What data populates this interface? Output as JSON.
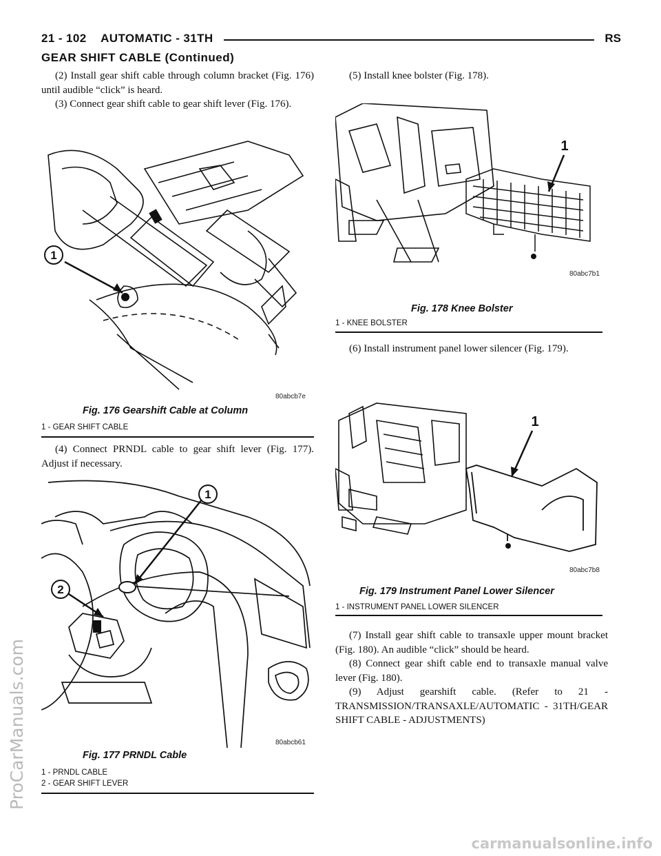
{
  "header": {
    "page_ref": "21 - 102",
    "section": "AUTOMATIC - 31TH",
    "model": "RS"
  },
  "section_title": "GEAR SHIFT CABLE (Continued)",
  "left_column": {
    "steps_top": [
      "(2) Install gear shift cable through column bracket (Fig. 176) until audible “click” is heard.",
      "(3) Connect gear shift cable to gear shift lever (Fig. 176)."
    ],
    "steps_mid": [
      "(4) Connect PRNDL cable to gear shift lever (Fig. 177). Adjust if necessary."
    ]
  },
  "right_column": {
    "steps_top": [
      "(5) Install knee bolster (Fig. 178)."
    ],
    "steps_mid": [
      "(6) Install instrument panel lower silencer (Fig. 179)."
    ],
    "steps_bottom": [
      "(7) Install gear shift cable to transaxle upper mount bracket (Fig. 180). An audible “click” should be heard.",
      "(8) Connect gear shift cable end to transaxle manual valve lever (Fig. 180).",
      "(9) Adjust gearshift cable. (Refer to 21 - TRANSMISSION/TRANSAXLE/AUTOMATIC - 31TH/GEAR SHIFT CABLE - ADJUSTMENTS)"
    ]
  },
  "figures": {
    "fig176": {
      "code": "80abcb7e",
      "title": "Fig. 176 Gearshift Cable at Column",
      "callouts": [
        "1"
      ],
      "legend": [
        "1 - GEAR SHIFT CABLE"
      ]
    },
    "fig177": {
      "code": "80abcb61",
      "title": "Fig. 177 PRNDL Cable",
      "callouts": [
        "1",
        "2"
      ],
      "legend": [
        "1 - PRNDL CABLE",
        "2 - GEAR SHIFT LEVER"
      ]
    },
    "fig178": {
      "code": "80abc7b1",
      "title": "Fig. 178 Knee Bolster",
      "callouts": [
        "1"
      ],
      "legend": [
        "1 - KNEE BOLSTER"
      ]
    },
    "fig179": {
      "code": "80abc7b8",
      "title": "Fig. 179 Instrument Panel Lower Silencer",
      "callouts": [
        "1"
      ],
      "legend": [
        "1 - INSTRUMENT PANEL LOWER SILENCER"
      ]
    }
  },
  "watermarks": {
    "side": "ProCarManuals.com",
    "bottom": "carmanualsonline.info"
  }
}
